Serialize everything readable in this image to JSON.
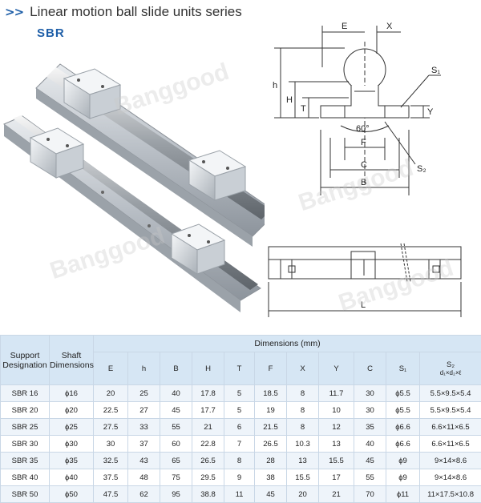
{
  "header": {
    "arrows": ">>",
    "title": "Linear motion ball slide units series",
    "series": "SBR"
  },
  "diagram": {
    "top_labels": {
      "E": "E",
      "X": "X",
      "S1": "S₁",
      "h": "h",
      "H": "H",
      "T": "T",
      "Y": "Y",
      "angle": "60°",
      "F": "F",
      "C": "C",
      "S2": "S₂",
      "B": "B"
    },
    "bottom_labels": {
      "L": "L"
    }
  },
  "watermark": "Banggood",
  "table": {
    "support_header": "Support Designation",
    "shaft_header": "Shaft Dimensions",
    "dimensions_header": "Dimensions (mm)",
    "columns": [
      "E",
      "h",
      "B",
      "H",
      "T",
      "F",
      "X",
      "Y",
      "C",
      "S₁",
      "S₂"
    ],
    "s2_sub": "d₁×d₂×ℓ",
    "rows": [
      [
        "SBR 16",
        "ϕ16",
        "20",
        "25",
        "40",
        "17.8",
        "5",
        "18.5",
        "8",
        "11.7",
        "30",
        "ϕ5.5",
        "5.5×9.5×5.4"
      ],
      [
        "SBR 20",
        "ϕ20",
        "22.5",
        "27",
        "45",
        "17.7",
        "5",
        "19",
        "8",
        "10",
        "30",
        "ϕ5.5",
        "5.5×9.5×5.4"
      ],
      [
        "SBR 25",
        "ϕ25",
        "27.5",
        "33",
        "55",
        "21",
        "6",
        "21.5",
        "8",
        "12",
        "35",
        "ϕ6.6",
        "6.6×11×6.5"
      ],
      [
        "SBR 30",
        "ϕ30",
        "30",
        "37",
        "60",
        "22.8",
        "7",
        "26.5",
        "10.3",
        "13",
        "40",
        "ϕ6.6",
        "6.6×11×6.5"
      ],
      [
        "SBR 35",
        "ϕ35",
        "32.5",
        "43",
        "65",
        "26.5",
        "8",
        "28",
        "13",
        "15.5",
        "45",
        "ϕ9",
        "9×14×8.6"
      ],
      [
        "SBR 40",
        "ϕ40",
        "37.5",
        "48",
        "75",
        "29.5",
        "9",
        "38",
        "15.5",
        "17",
        "55",
        "ϕ9",
        "9×14×8.6"
      ],
      [
        "SBR 50",
        "ϕ50",
        "47.5",
        "62",
        "95",
        "38.8",
        "11",
        "45",
        "20",
        "21",
        "70",
        "ϕ11",
        "11×17.5×10.8"
      ]
    ]
  }
}
